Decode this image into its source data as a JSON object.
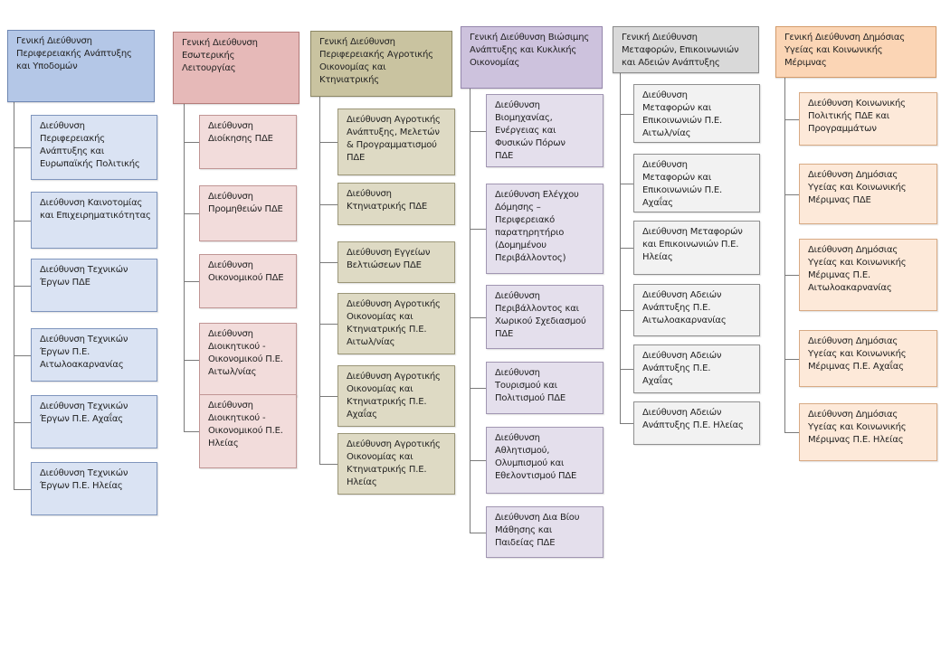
{
  "columns": [
    {
      "color": "blue",
      "head": "Γενική Διεύθυνση\nΠεριφερειακής Ανάπτυξης\nκαι Υποδομών",
      "children": [
        "Διεύθυνση\nΠεριφερειακής\nΑνάπτυξης και\nΕυρωπαϊκής Πολιτικής",
        "Διεύθυνση Καινοτομίας\nκαι Επιχειρηματικότητας",
        "Διεύθυνση Τεχνικών\nΈργων ΠΔΕ",
        "Διεύθυνση Τεχνικών\nΈργων  Π.Ε.\nΑιτωλοακαρνανίας",
        "Διεύθυνση Τεχνικών\nΈργων  Π.Ε. Αχαΐας",
        "Διεύθυνση Τεχνικών\nΈργων  Π.Ε. Ηλείας"
      ]
    },
    {
      "color": "pink",
      "head": "Γενική Διεύθυνση\nΕσωτερικής\nΛειτουργίας",
      "children": [
        "Διεύθυνση\nΔιοίκησης ΠΔΕ",
        "Διεύθυνση\nΠρομηθειών ΠΔΕ",
        "Διεύθυνση\nΟικονομικού ΠΔΕ",
        "Διεύθυνση\nΔιοικητικού -\nΟικονομικού  Π.Ε.\nΑιτωλ/νίας",
        "Διεύθυνση\nΔιοικητικού -\nΟικονομικού  Π.Ε.\nΗλείας"
      ]
    },
    {
      "color": "olive",
      "head": "Γενική Διεύθυνση\nΠεριφερειακής Αγροτικής\nΟικονομίας και\nΚτηνιατρικής",
      "children": [
        "Διεύθυνση Αγροτικής\nΑνάπτυξης, Μελετών\n& Προγραμματισμού\nΠΔΕ",
        "Διεύθυνση\nΚτηνιατρικής ΠΔΕ",
        "Διεύθυνση Εγγείων\nΒελτιώσεων ΠΔΕ",
        "Διεύθυνση Αγροτικής\nΟικονομίας και\nΚτηνιατρικής Π.Ε.\nΑιτωλ/νίας",
        "Διεύθυνση Αγροτικής\nΟικονομίας και\nΚτηνιατρικής Π.Ε.\nΑχαΐας",
        "Διεύθυνση Αγροτικής\nΟικονομίας και\nΚτηνιατρικής Π.Ε.\nΗλείας"
      ]
    },
    {
      "color": "purple",
      "head": "Γενική Διεύθυνση Βιώσιμης\nΑνάπτυξης και Κυκλικής\nΟικονομίας",
      "children": [
        "Διεύθυνση\nΒιομηχανίας,\nΕνέργειας και\nΦυσικών Πόρων\nΠΔΕ",
        "Διεύθυνση Ελέγχου\nΔόμησης –\nΠεριφερειακό\nπαρατηρητήριο\n(Δομημένου\nΠεριβάλλοντος)",
        "Διεύθυνση\nΠεριβάλλοντος και\nΧωρικού Σχεδιασμού\nΠΔΕ",
        "Διεύθυνση\nΤουρισμού και\nΠολιτισμού ΠΔΕ",
        "Διεύθυνση\nΑθλητισμού,\nΟλυμπισμού και\nΕθελοντισμού ΠΔΕ",
        "Διεύθυνση Δια Βίου\nΜάθησης και\nΠαιδείας ΠΔΕ"
      ]
    },
    {
      "color": "gray",
      "head": "Γενική Διεύθυνση\nΜεταφορών, Επικοινωνιών\nκαι Αδειών Ανάπτυξης",
      "children": [
        "Διεύθυνση\nΜεταφορών και\nΕπικοινωνιών Π.Ε.\nΑιτωλ/νίας",
        "Διεύθυνση\nΜεταφορών και\nΕπικοινωνιών  Π.Ε.\nΑχαΐας",
        "Διεύθυνση Μεταφορών\nκαι Επικοινωνιών Π.Ε.\nΗλείας",
        "Διεύθυνση Αδειών\nΑνάπτυξης Π.Ε.\nΑιτωλοακαρνανίας",
        "Διεύθυνση Αδειών\nΑνάπτυξης  Π.Ε.\nΑχαΐας",
        "Διεύθυνση Αδειών\nΑνάπτυξης  Π.Ε. Ηλείας"
      ]
    },
    {
      "color": "orange",
      "head": "Γενική Διεύθυνση Δημόσιας\nΥγείας και Κοινωνικής\nΜέριμνας",
      "children": [
        "Διεύθυνση Κοινωνικής\nΠολιτικής  ΠΔΕ και\nΠρογραμμάτων",
        "Διεύθυνση Δημόσιας\nΥγείας και Κοινωνικής\nΜέριμνας ΠΔΕ",
        "Διεύθυνση Δημόσιας\nΥγείας και Κοινωνικής\nΜέριμνας Π.Ε.\nΑιτωλοακαρνανίας",
        "Διεύθυνση Δημόσιας\nΥγείας και Κοινωνικής\nΜέριμνας Π.Ε. Αχαΐας",
        "Διεύθυνση Δημόσιας\nΥγείας και Κοινωνικής\nΜέριμνας Π.Ε. Ηλείας"
      ]
    }
  ]
}
